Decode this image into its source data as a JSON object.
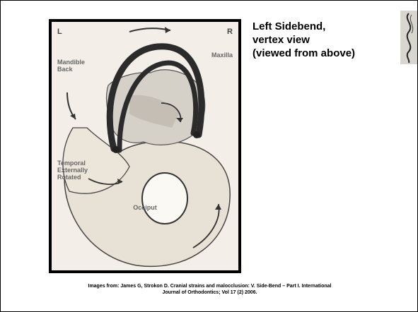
{
  "slide": {
    "title_lines": [
      "Left Sidebend,",
      "vertex view",
      "(viewed from above)"
    ],
    "caption_lines": [
      "Images from:  James G, Strokon D. Cranial strains and malocclusion: V. Side-Bend – Part I. International",
      "Journal of Orthodontics; Vol 17 (2) 2006."
    ]
  },
  "figure": {
    "corner_left": "L",
    "corner_right": "R",
    "labels": {
      "mandible_back": "Mandible Back",
      "maxilla": "Maxilla",
      "temporal": "Temporal Externally Rotated",
      "occiput": "Occiput"
    }
  },
  "logo": {
    "icon": "spine-logo-icon"
  }
}
